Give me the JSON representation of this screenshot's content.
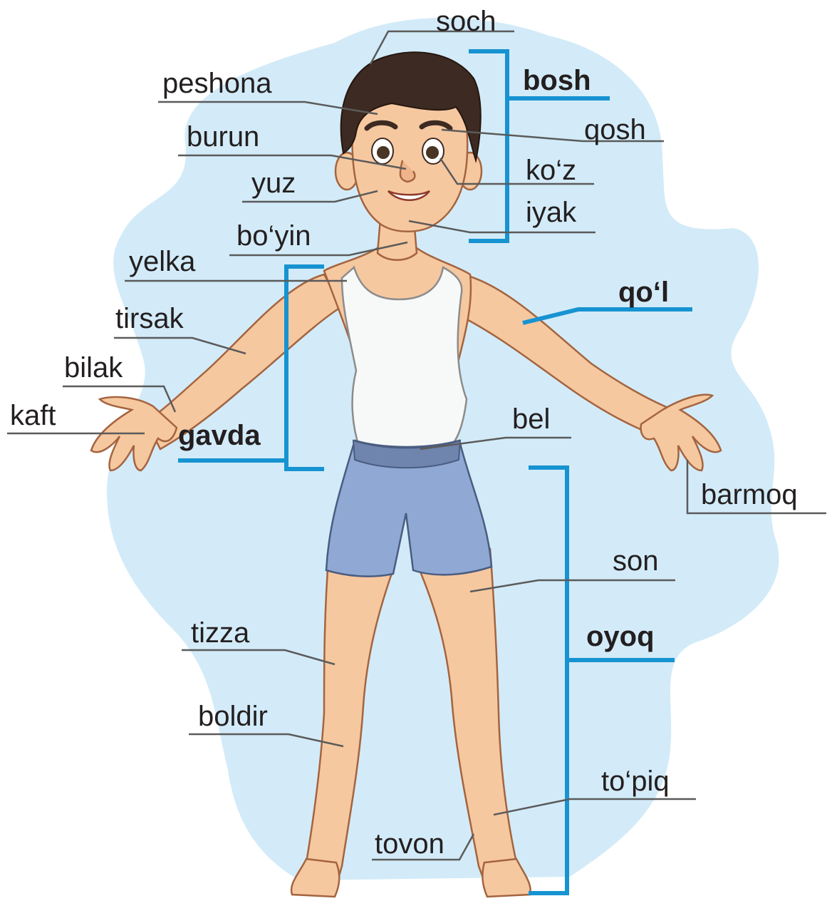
{
  "labels": {
    "soch": "soch",
    "peshona": "peshona",
    "burun": "burun",
    "yuz": "yuz",
    "boyin": "bo‘yin",
    "yelka": "yelka",
    "tirsak": "tirsak",
    "bilak": "bilak",
    "kaft": "kaft",
    "qosh": "qosh",
    "koz": "ko‘z",
    "iyak": "iyak",
    "bel": "bel",
    "barmoq": "barmoq",
    "son": "son",
    "tizza": "tizza",
    "boldir": "boldir",
    "topiq": "to‘piq",
    "tovon": "tovon"
  },
  "groups": {
    "bosh": "bosh",
    "qol": "qo‘l",
    "gavda": "gavda",
    "oyoq": "oyoq"
  },
  "colors": {
    "background_blob": "#d3ebf8",
    "bracket": "#1793d1",
    "leader_line": "#5b5b5b",
    "skin": "#f6c8a0",
    "hair": "#3d2a22",
    "undershirt": "#f7f8f8",
    "shorts": "#8fa9d4",
    "text": "#231f20"
  }
}
